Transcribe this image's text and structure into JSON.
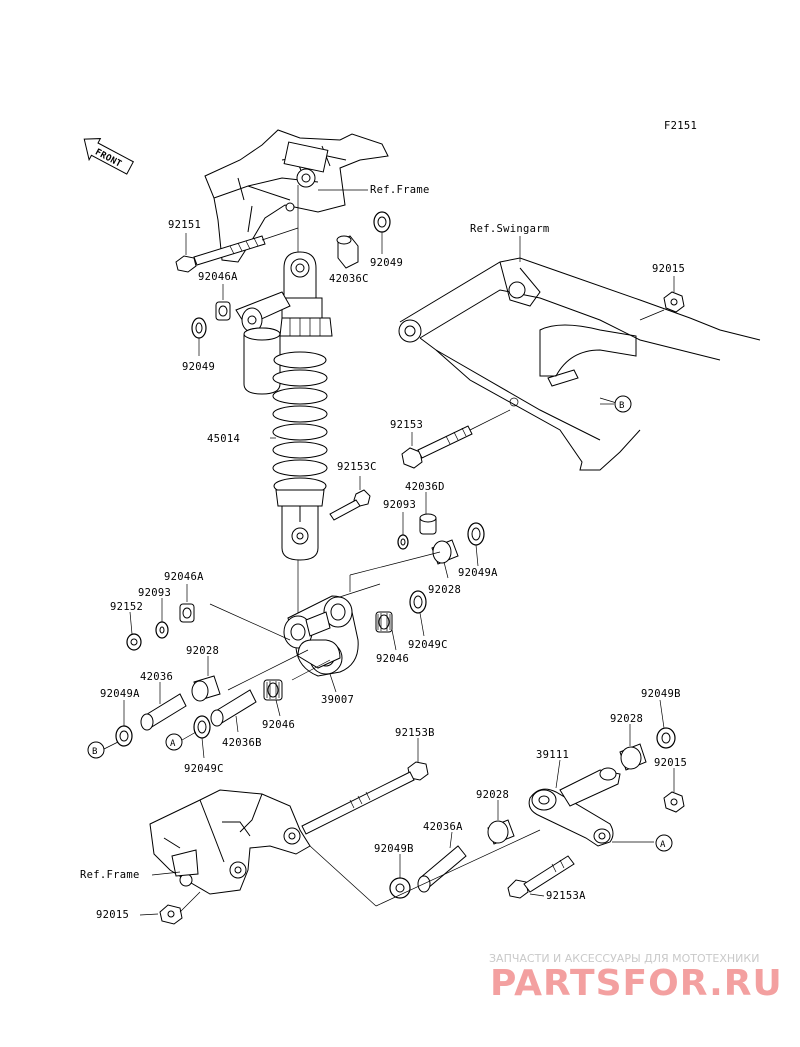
{
  "figure_code": "F2151",
  "front_label": "FRONT",
  "refs": {
    "frame_top": "Ref.Frame",
    "swingarm": "Ref.Swingarm",
    "frame_bottom": "Ref.Frame"
  },
  "callouts": {
    "a": "A",
    "b": "B"
  },
  "parts": {
    "p92151": "92151",
    "p92046A_top": "92046A",
    "p92049_left": "92049",
    "p42036C": "42036C",
    "p92049_right": "92049",
    "p92015_top": "92015",
    "p45014": "45014",
    "p92153": "92153",
    "p92153C": "92153C",
    "p42036D": "42036D",
    "p92093_right": "92093",
    "p92049A_right": "92049A",
    "p92028_mid": "92028",
    "p92046A_left": "92046A",
    "p92093_left": "92093",
    "p92152": "92152",
    "p92049C_right": "92049C",
    "p92046_right": "92046",
    "p92028_left": "92028",
    "p42036": "42036",
    "p39007": "39007",
    "p92049A_left": "92049A",
    "p92046_left": "92046",
    "p42036B": "42036B",
    "p92049C_left": "92049C",
    "p92153B": "92153B",
    "p92049B_right": "92049B",
    "p39111": "39111",
    "p92028_r1": "92028",
    "p92015_mid": "92015",
    "p92028_r2": "92028",
    "p42036A": "42036A",
    "p92049B_bottom": "92049B",
    "p92153A": "92153A",
    "p92015_bottom": "92015"
  },
  "watermark": {
    "caption": "ЗАПЧАСТИ И АКСЕССУАРЫ ДЛЯ МОТОТЕХНИКИ",
    "brand": "PARTSFOR.RU"
  }
}
